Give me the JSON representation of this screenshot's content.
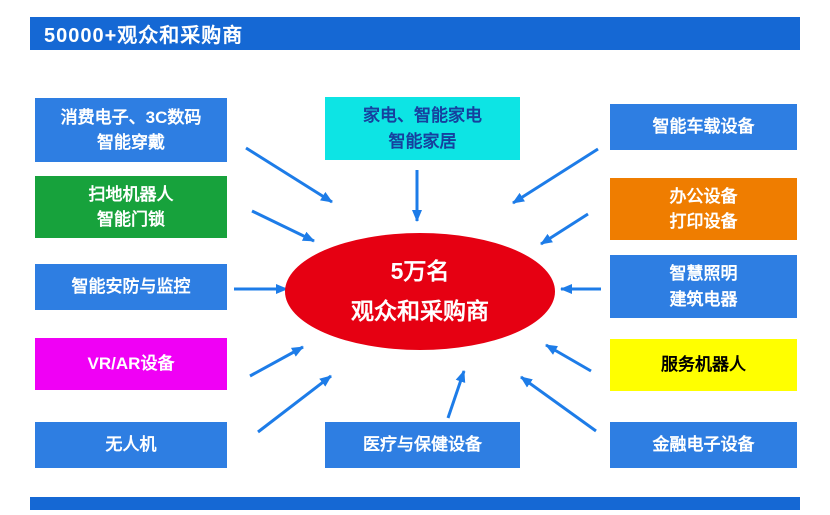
{
  "header": {
    "title": "50000+观众和采购商"
  },
  "center": {
    "line1": "5万名",
    "line2": "观众和采购商"
  },
  "boxes": {
    "consumer_electronics": {
      "line1": "消费电子、3C数码",
      "line2": "智能穿戴"
    },
    "robot_vacuum": {
      "line1": "扫地机器人",
      "line2": "智能门锁"
    },
    "security": {
      "line1": "智能安防与监控"
    },
    "vr_ar": {
      "line1": "VR/AR设备"
    },
    "drone": {
      "line1": "无人机"
    },
    "home_appliance": {
      "line1": "家电、智能家电",
      "line2": "智能家居"
    },
    "medical": {
      "line1": "医疗与保健设备"
    },
    "vehicle": {
      "line1": "智能车载设备"
    },
    "office": {
      "line1": "办公设备",
      "line2": "打印设备"
    },
    "lighting": {
      "line1": "智慧照明",
      "line2": "建筑电器"
    },
    "service_robot": {
      "line1": "服务机器人"
    },
    "finance": {
      "line1": "金融电子设备"
    }
  },
  "colors": {
    "header_bar": "#1568d4",
    "footer_bar": "#1568d4",
    "box_blue": "#2e7ee2",
    "box_green": "#17a23c",
    "box_magenta": "#f000f5",
    "box_cyan": "#0de4e4",
    "box_cyan_text": "#16409e",
    "box_orange": "#ef7d00",
    "box_yellow": "#ffff00",
    "box_yellow_text": "#000000",
    "center_ellipse": "#e60012",
    "arrow": "#1d7ce8",
    "text_on_color": "#ffffff"
  }
}
